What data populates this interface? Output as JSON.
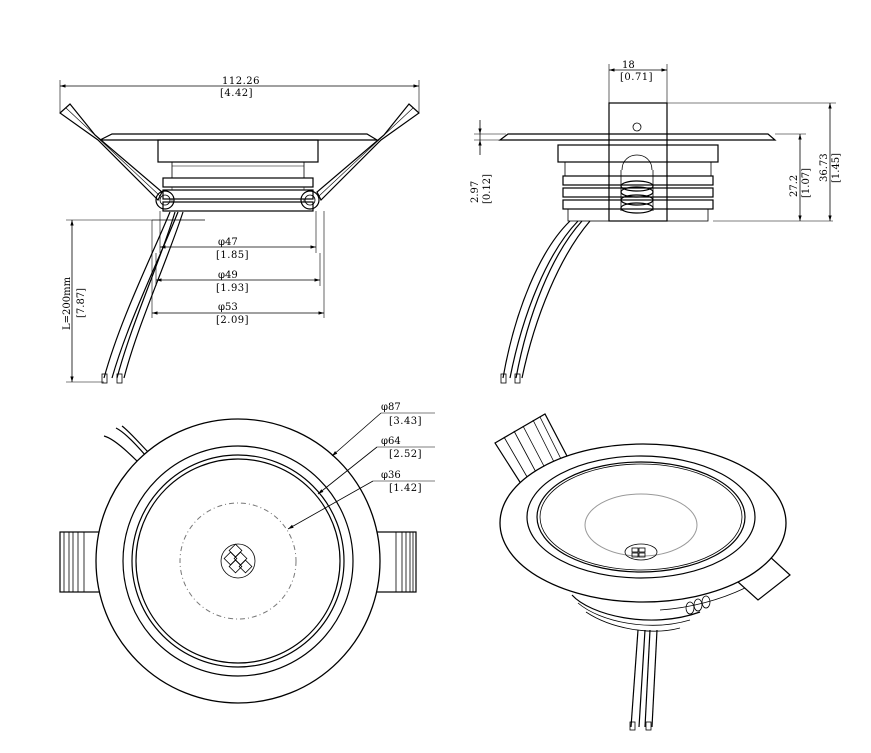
{
  "front_view": {
    "overall_width_mm": "112.26",
    "overall_width_in": "[4.42]",
    "dia_47_mm": "φ47",
    "dia_47_in": "[1.85]",
    "dia_49_mm": "φ49",
    "dia_49_in": "[1.93]",
    "dia_53_mm": "φ53",
    "dia_53_in": "[2.09]",
    "cable_length_mm": "L=200mm",
    "cable_length_in": "[7.87]"
  },
  "side_view": {
    "clip_width_mm": "18",
    "clip_width_in": "[0.71]",
    "flange_thickness_mm": "2.97",
    "flange_thickness_in": "[0.12]",
    "body_height_mm": "27.2",
    "body_height_in": "[1.07]",
    "total_height_mm": "36.73",
    "total_height_in": "[1.45]"
  },
  "top_view": {
    "outer_dia_mm": "φ87",
    "outer_dia_in": "[3.43]",
    "reflector_dia_mm": "φ64",
    "reflector_dia_in": "[2.52]",
    "lens_dia_mm": "φ36",
    "lens_dia_in": "[1.42]"
  }
}
